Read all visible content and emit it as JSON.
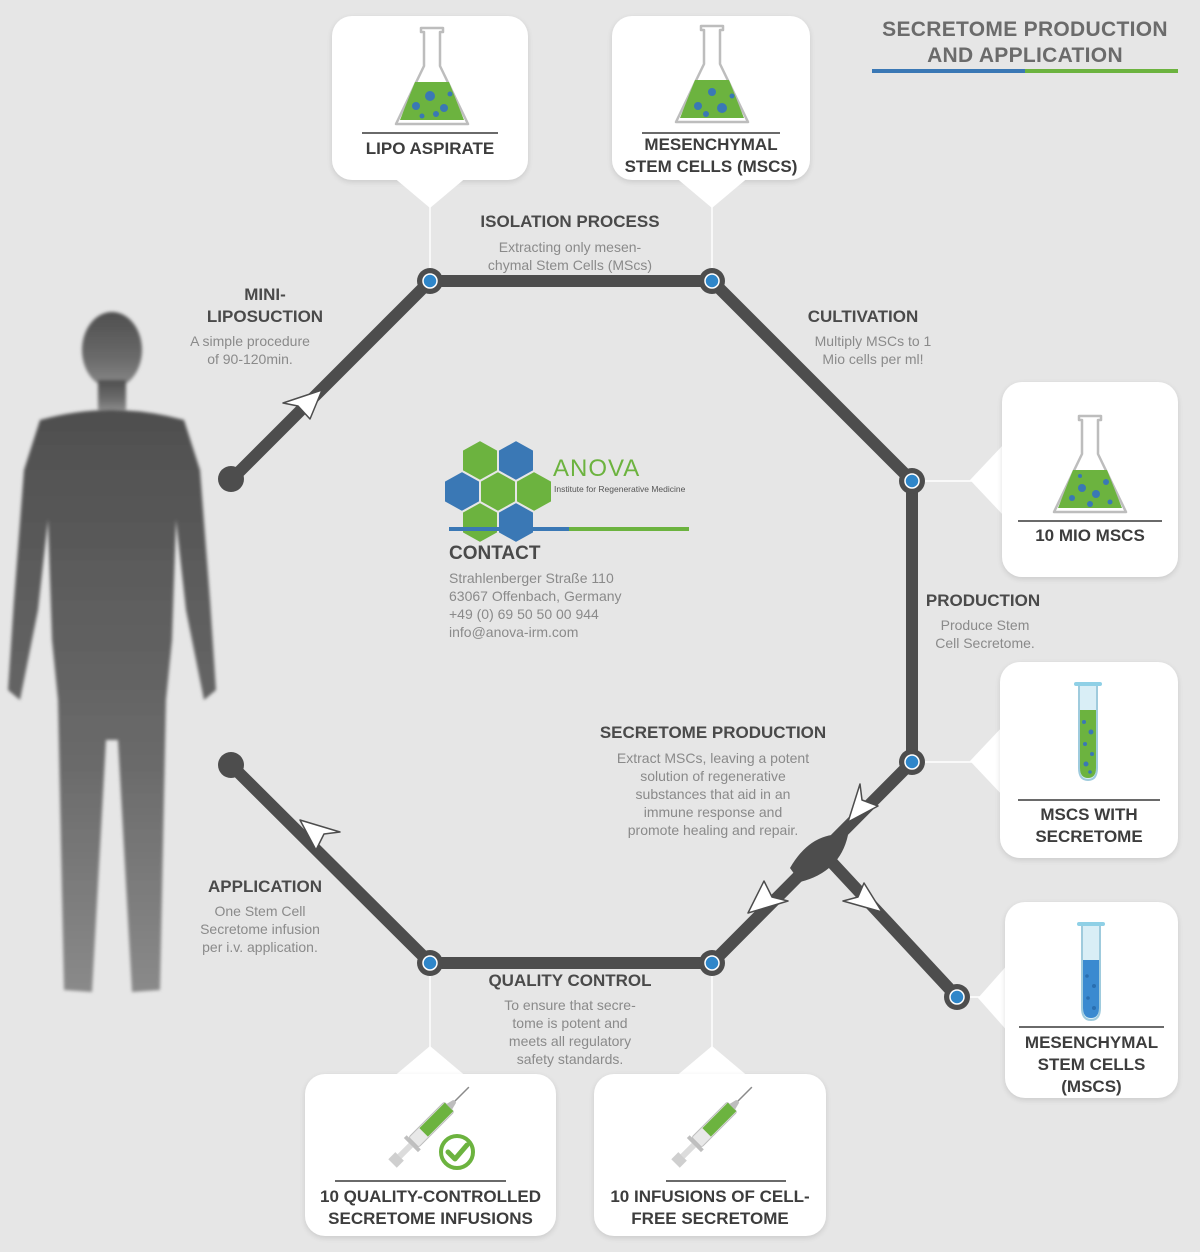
{
  "title": "SECRETOME PRODUCTION\nAND APPLICATION",
  "brand": {
    "name": "ANOVA",
    "subtitle": "Institute for Regenerative Medicine"
  },
  "contact": {
    "heading": "CONTACT",
    "street": "Strahlenberger Straße 110",
    "city": "63067 Offenbach, Germany",
    "phone": "+49 (0) 69 50 50 00 944",
    "email": "info@anova-irm.com"
  },
  "steps": {
    "mini_liposuction": {
      "heading": "MINI-\nLIPOSUCTION",
      "text": "A simple procedure\nof 90-120min."
    },
    "isolation": {
      "heading": "ISOLATION PROCESS",
      "text": "Extracting only mesen-\nchymal Stem Cells (MScs)"
    },
    "cultivation": {
      "heading": "CULTIVATION",
      "text": "Multiply MSCs to 1\nMio cells per ml!"
    },
    "production": {
      "heading": "PRODUCTION",
      "text": "Produce Stem\nCell Secretome."
    },
    "secretome_production": {
      "heading": "SECRETOME PRODUCTION",
      "text": "Extract MSCs, leaving a potent\nsolution of regenerative\nsubstances that aid in an\nimmune response and\npromote healing and repair."
    },
    "quality_control": {
      "heading": "QUALITY CONTROL",
      "text": "To ensure that secre-\ntome is potent and\nmeets all regulatory\nsafety standards."
    },
    "application": {
      "heading": "APPLICATION",
      "text": "One Stem Cell\nSecretome infusion\nper i.v. application."
    }
  },
  "cards": {
    "lipo_aspirate": "LIPO ASPIRATE",
    "mscs_top": "MESENCHYMAL\nSTEM CELLS (MSCS)",
    "ten_mio": "10 MIO MSCS",
    "with_secretome": "MSCS WITH\nSECRETOME",
    "mscs_right": "MESENCHYMAL\nSTEM CELLS\n(MSCS)",
    "qc_infusions": "10 QUALITY-CONTROLLED\nSECRETOME INFUSIONS",
    "cellfree": "10 INFUSIONS OF CELL-\nFREE SECRETOME"
  },
  "colors": {
    "track": "#4d4d4d",
    "node": "#2f86c9",
    "green": "#6cb33f",
    "blue": "#3a78b5",
    "silhouette": "#5a5a5a"
  },
  "icons": {
    "flask": "erlenmeyer-flask-icon",
    "tube": "test-tube-icon",
    "syringe": "syringe-icon",
    "check": "checkmark-badge-icon",
    "person": "human-silhouette"
  }
}
